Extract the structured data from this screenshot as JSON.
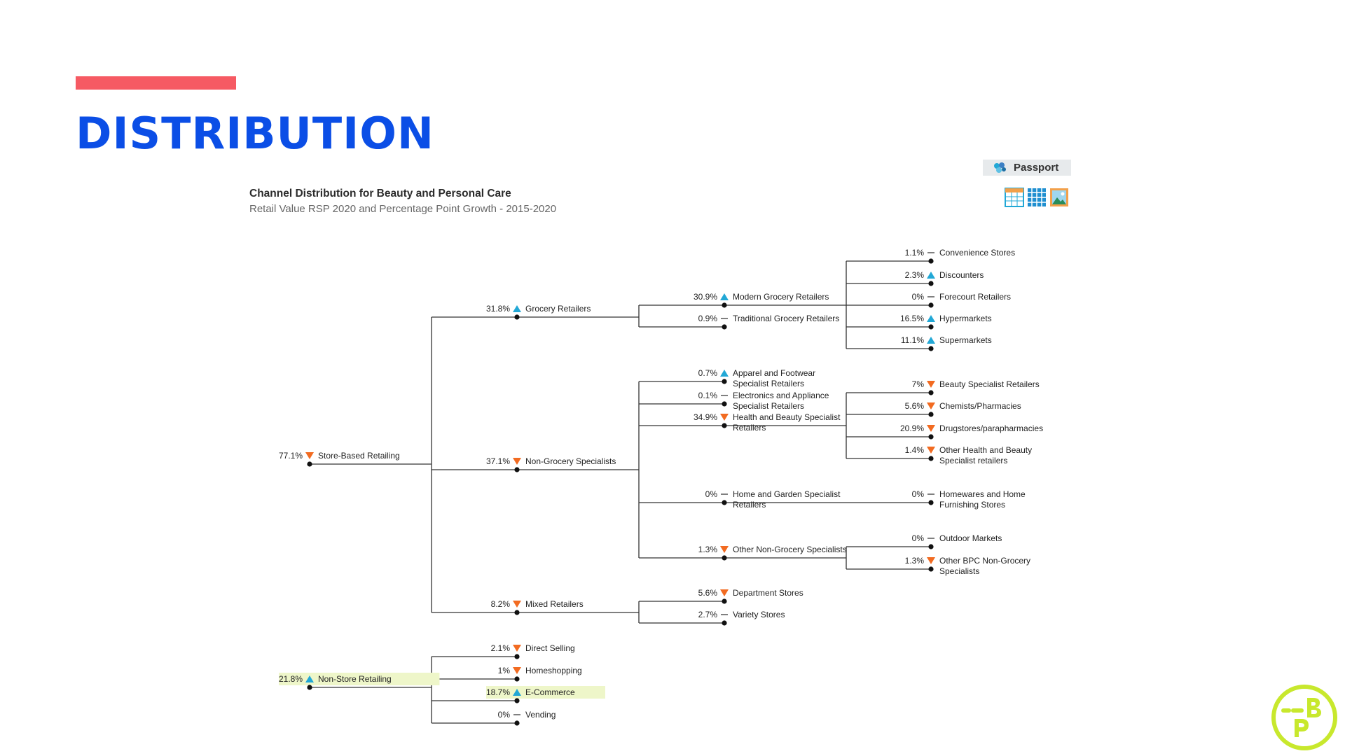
{
  "slide": {
    "title": "DISTRIBUTION"
  },
  "chart": {
    "title": "Channel Distribution for Beauty and Personal Care",
    "subtitle": "Retail Value RSP 2020 and Percentage Point Growth - 2015-2020",
    "source_badge": "Passport",
    "export_icons": [
      "table-icon",
      "grid-icon",
      "image-icon"
    ]
  },
  "colors": {
    "title": "#0b4ee6",
    "accent": "#f65a63",
    "up": "#22a8d6",
    "down": "#f26b21",
    "flat": "#555555",
    "highlight": "#eef6c9",
    "logo": "#c8e82d"
  },
  "chart_data": {
    "type": "tree",
    "unit": "%",
    "nodes": [
      {
        "id": "store",
        "label": "Store-Based Retailing",
        "value": 77.1,
        "display": "77.1%",
        "trend": "down",
        "parent": null
      },
      {
        "id": "grocery",
        "label": "Grocery Retailers",
        "value": 31.8,
        "display": "31.8%",
        "trend": "up",
        "parent": "store"
      },
      {
        "id": "modern",
        "label": "Modern Grocery Retailers",
        "value": 30.9,
        "display": "30.9%",
        "trend": "up",
        "parent": "grocery"
      },
      {
        "id": "conv",
        "label": "Convenience Stores",
        "value": 1.1,
        "display": "1.1%",
        "trend": "flat",
        "parent": "modern"
      },
      {
        "id": "disc",
        "label": "Discounters",
        "value": 2.3,
        "display": "2.3%",
        "trend": "up",
        "parent": "modern"
      },
      {
        "id": "fore",
        "label": "Forecourt Retailers",
        "value": 0,
        "display": "0%",
        "trend": "flat",
        "parent": "modern"
      },
      {
        "id": "hyper",
        "label": "Hypermarkets",
        "value": 16.5,
        "display": "16.5%",
        "trend": "up",
        "parent": "modern"
      },
      {
        "id": "super",
        "label": "Supermarkets",
        "value": 11.1,
        "display": "11.1%",
        "trend": "up",
        "parent": "modern"
      },
      {
        "id": "trad",
        "label": "Traditional Grocery Retailers",
        "value": 0.9,
        "display": "0.9%",
        "trend": "flat",
        "parent": "grocery"
      },
      {
        "id": "nongroc",
        "label": "Non-Grocery Specialists",
        "value": 37.1,
        "display": "37.1%",
        "trend": "down",
        "parent": "store"
      },
      {
        "id": "apparel",
        "label": "Apparel and Footwear\nSpecialist Retailers",
        "value": 0.7,
        "display": "0.7%",
        "trend": "up",
        "parent": "nongroc"
      },
      {
        "id": "electro",
        "label": "Electronics and Appliance\nSpecialist Retailers",
        "value": 0.1,
        "display": "0.1%",
        "trend": "flat",
        "parent": "nongroc"
      },
      {
        "id": "health",
        "label": "Health and Beauty Specialist\nRetailers",
        "value": 34.9,
        "display": "34.9%",
        "trend": "down",
        "parent": "nongroc"
      },
      {
        "id": "beautysp",
        "label": "Beauty Specialist Retailers",
        "value": 7,
        "display": "7%",
        "trend": "down",
        "parent": "health"
      },
      {
        "id": "chem",
        "label": "Chemists/Pharmacies",
        "value": 5.6,
        "display": "5.6%",
        "trend": "down",
        "parent": "health"
      },
      {
        "id": "drug",
        "label": "Drugstores/parapharmacies",
        "value": 20.9,
        "display": "20.9%",
        "trend": "down",
        "parent": "health"
      },
      {
        "id": "otherhb",
        "label": "Other Health and Beauty\nSpecialist retailers",
        "value": 1.4,
        "display": "1.4%",
        "trend": "down",
        "parent": "health"
      },
      {
        "id": "homegarden",
        "label": "Home and Garden Specialist\nRetailers",
        "value": 0,
        "display": "0%",
        "trend": "flat",
        "parent": "nongroc"
      },
      {
        "id": "homewares",
        "label": "Homewares and Home\nFurnishing Stores",
        "value": 0,
        "display": "0%",
        "trend": "flat",
        "parent": "homegarden"
      },
      {
        "id": "othernongroc",
        "label": "Other Non-Grocery Specialists",
        "value": 1.3,
        "display": "1.3%",
        "trend": "down",
        "parent": "nongroc"
      },
      {
        "id": "outdoor",
        "label": "Outdoor Markets",
        "value": 0,
        "display": "0%",
        "trend": "flat",
        "parent": "othernongroc"
      },
      {
        "id": "otherbpc",
        "label": "Other BPC Non-Grocery\nSpecialists",
        "value": 1.3,
        "display": "1.3%",
        "trend": "down",
        "parent": "othernongroc"
      },
      {
        "id": "mixed",
        "label": "Mixed Retailers",
        "value": 8.2,
        "display": "8.2%",
        "trend": "down",
        "parent": "store"
      },
      {
        "id": "dept",
        "label": "Department Stores",
        "value": 5.6,
        "display": "5.6%",
        "trend": "down",
        "parent": "mixed"
      },
      {
        "id": "variety",
        "label": "Variety Stores",
        "value": 2.7,
        "display": "2.7%",
        "trend": "flat",
        "parent": "mixed"
      },
      {
        "id": "nonstore",
        "label": "Non-Store Retailing",
        "value": 21.8,
        "display": "21.8%",
        "trend": "up",
        "parent": null,
        "highlight": true
      },
      {
        "id": "direct",
        "label": "Direct Selling",
        "value": 2.1,
        "display": "2.1%",
        "trend": "down",
        "parent": "nonstore"
      },
      {
        "id": "homeshop",
        "label": "Homeshopping",
        "value": 1,
        "display": "1%",
        "trend": "down",
        "parent": "nonstore"
      },
      {
        "id": "ecom",
        "label": "E-Commerce",
        "value": 18.7,
        "display": "18.7%",
        "trend": "up",
        "parent": "nonstore",
        "highlight": true
      },
      {
        "id": "vending",
        "label": "Vending",
        "value": 0,
        "display": "0%",
        "trend": "flat",
        "parent": "nonstore"
      }
    ]
  }
}
